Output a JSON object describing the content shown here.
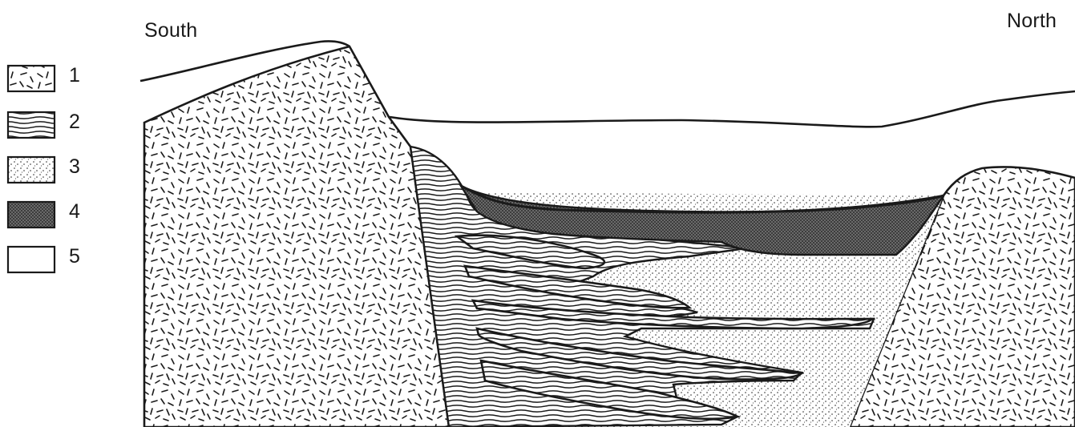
{
  "directions": {
    "south": "South",
    "north": "North"
  },
  "legend": [
    {
      "id": "1",
      "label": "1",
      "pattern": "granite-dashes"
    },
    {
      "id": "2",
      "label": "2",
      "pattern": "wavy-lines"
    },
    {
      "id": "3",
      "label": "3",
      "pattern": "fine-dots"
    },
    {
      "id": "4",
      "label": "4",
      "pattern": "dark-stipple"
    },
    {
      "id": "5",
      "label": "5",
      "pattern": "blank"
    }
  ],
  "colors": {
    "ink": "#1a1a1a",
    "stipple_dark": "#5f5f5f",
    "paper": "#ffffff"
  }
}
